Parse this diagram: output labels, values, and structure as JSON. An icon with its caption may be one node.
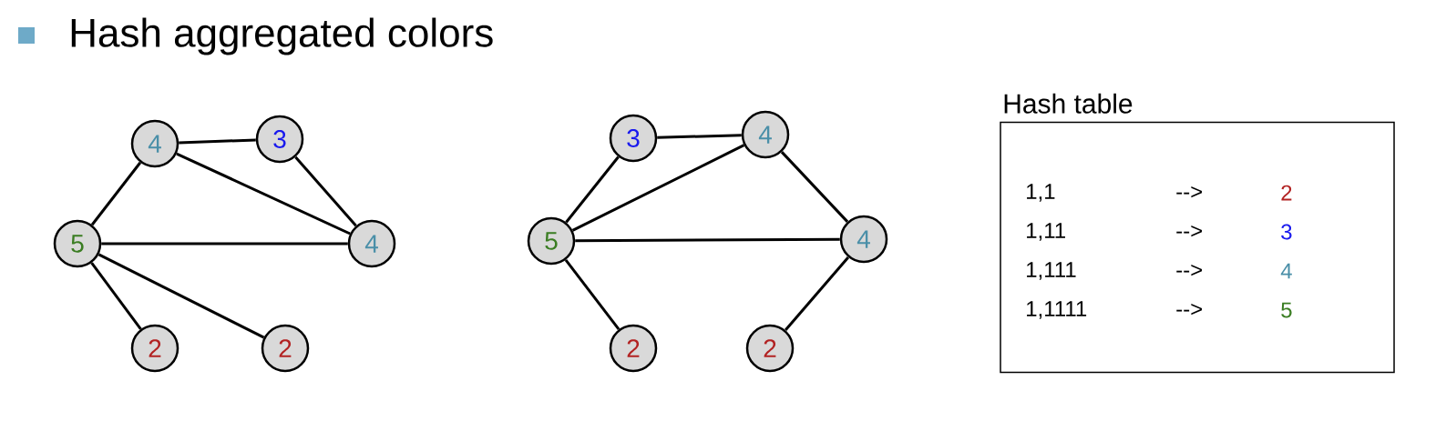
{
  "diagram": {
    "title": "Hash aggregated colors",
    "nodes": [
      {
        "text": [
          "4"
        ]
      },
      {
        "text": [
          "3"
        ]
      },
      {
        "text": [
          "5"
        ]
      },
      {
        "text": [
          "4"
        ]
      },
      {
        "text": [
          "2"
        ]
      },
      {
        "text": [
          "2"
        ]
      },
      {
        "text": [
          "3"
        ]
      },
      {
        "text": [
          "4"
        ]
      },
      {
        "text": [
          "5"
        ]
      },
      {
        "text": [
          "4"
        ]
      },
      {
        "text": [
          "2"
        ]
      },
      {
        "text": [
          "2"
        ]
      },
      {
        "text": [
          "Hash table"
        ]
      }
    ],
    "edges": [
      {
        "from": 0,
        "to": 1,
        "arrow": "none"
      },
      {
        "from": 0,
        "to": 2,
        "arrow": "none"
      },
      {
        "from": 0,
        "to": 3,
        "arrow": "none"
      },
      {
        "from": 1,
        "to": 3,
        "arrow": "none"
      },
      {
        "from": 2,
        "to": 3,
        "arrow": "none"
      },
      {
        "from": 2,
        "to": 4,
        "arrow": "none"
      },
      {
        "from": 2,
        "to": 5,
        "arrow": "none"
      },
      {
        "from": 6,
        "to": 7,
        "arrow": "none"
      },
      {
        "from": 6,
        "to": 8,
        "arrow": "none"
      },
      {
        "from": 7,
        "to": 8,
        "arrow": "none"
      },
      {
        "from": 7,
        "to": 9,
        "arrow": "none"
      },
      {
        "from": 8,
        "to": 9,
        "arrow": "none"
      },
      {
        "from": 8,
        "to": 10,
        "arrow": "none"
      },
      {
        "from": 9,
        "to": 11,
        "arrow": "none"
      }
    ],
    "labels": [
      "1,1",
      "-->",
      "2",
      "1,11",
      "-->",
      "3",
      "1,111",
      "-->",
      "4",
      "1,1111",
      "-->",
      "5"
    ]
  }
}
